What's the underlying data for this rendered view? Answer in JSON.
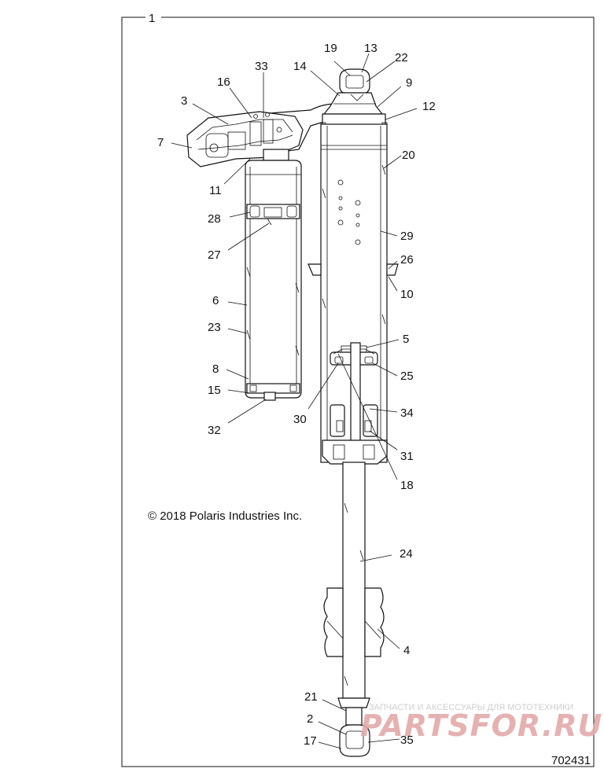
{
  "assembly_callout": "1",
  "callouts": {
    "c2": "2",
    "c3": "3",
    "c4": "4",
    "c5": "5",
    "c6": "6",
    "c7": "7",
    "c8": "8",
    "c9": "9",
    "c10": "10",
    "c11": "11",
    "c12": "12",
    "c13": "13",
    "c14": "14",
    "c15": "15",
    "c16": "16",
    "c17": "17",
    "c18": "18",
    "c19": "19",
    "c20": "20",
    "c21": "21",
    "c22": "22",
    "c23": "23",
    "c24": "24",
    "c25": "25",
    "c26": "26",
    "c27": "27",
    "c28": "28",
    "c29": "29",
    "c30": "30",
    "c31": "31",
    "c32": "32",
    "c33": "33",
    "c34": "34",
    "c35": "35"
  },
  "copyright": "© 2018 Polaris Industries Inc.",
  "diagram_number": "702431",
  "watermark": {
    "tagline": "ЗАПЧАСТИ И АКСЕССУАРЫ ДЛЯ МОТОТЕХНИКИ",
    "logo_text": "PARTSFOR.RU"
  }
}
